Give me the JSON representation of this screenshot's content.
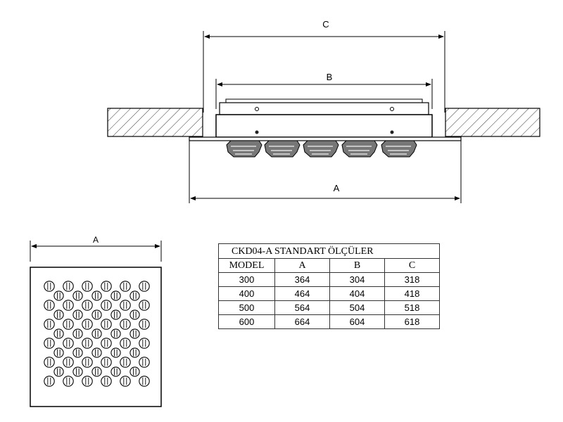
{
  "dimensions": {
    "label_c": "C",
    "label_b": "B",
    "label_a_side": "A",
    "label_a_front": "A"
  },
  "table": {
    "title": "CKD04-A   STANDART ÖLÇÜLER",
    "columns": [
      "MODEL",
      "A",
      "B",
      "C"
    ],
    "rows": [
      [
        "300",
        "364",
        "304",
        "318"
      ],
      [
        "400",
        "464",
        "404",
        "418"
      ],
      [
        "500",
        "564",
        "504",
        "518"
      ],
      [
        "600",
        "664",
        "604",
        "618"
      ]
    ]
  },
  "grille": {
    "hole_rows": 6,
    "hole_cols": 6
  }
}
